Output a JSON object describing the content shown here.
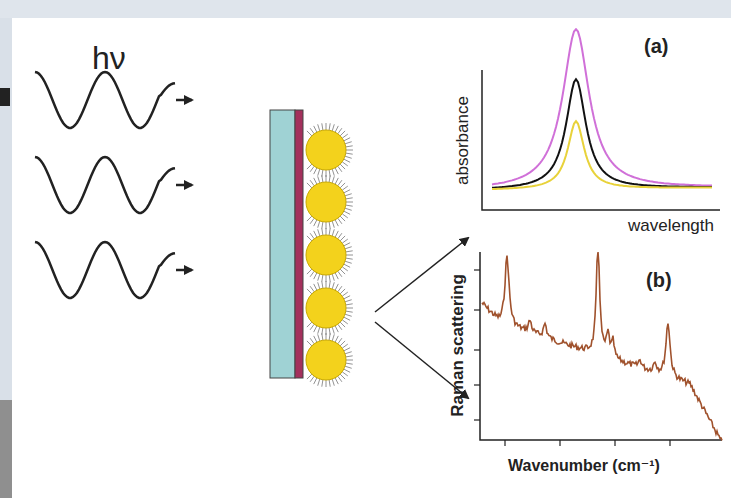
{
  "diagram": {
    "labels": [
      "hν",
      "(a)",
      "absorbance",
      "wavelength",
      "(b)",
      "Raman scattering",
      "Wavenumber (cm⁻¹)"
    ]
  }
}
